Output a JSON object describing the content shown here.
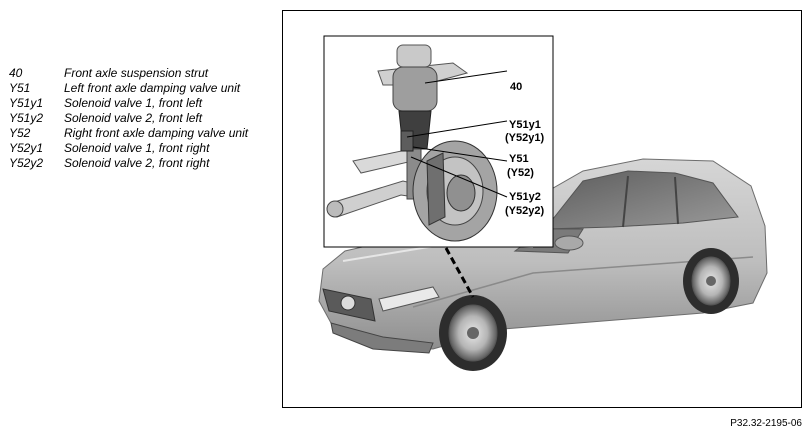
{
  "legend": [
    {
      "code": "40",
      "desc": "Front axle suspension strut"
    },
    {
      "code": "Y51",
      "desc": "Left front axle damping valve unit"
    },
    {
      "code": "Y51y1",
      "desc": "Solenoid valve 1, front left"
    },
    {
      "code": "Y51y2",
      "desc": "Solenoid valve 2, front left"
    },
    {
      "code": "Y52",
      "desc": "Right front axle damping valve unit"
    },
    {
      "code": "Y52y1",
      "desc": "Solenoid valve 1, front right"
    },
    {
      "code": "Y52y2",
      "desc": "Solenoid valve 2, front right"
    }
  ],
  "callouts": {
    "c40": "40",
    "y51y1": "Y51y1",
    "y52y1": "(Y52y1)",
    "y51": "Y51",
    "y52": "(Y52)",
    "y51y2": "Y51y2",
    "y52y2": "(Y52y2)"
  },
  "figure_code": "P32.32-2195-06",
  "colors": {
    "car_body": "#b8b8b8",
    "frame": "#000000"
  }
}
